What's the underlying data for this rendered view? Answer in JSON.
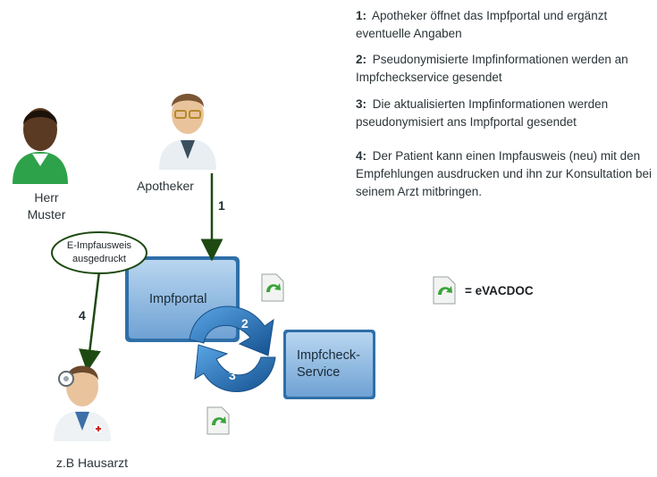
{
  "legend": [
    {
      "num": "1:",
      "text": "Apotheker öffnet das Impfportal und ergänzt eventuelle Angaben"
    },
    {
      "num": "2:",
      "text": "Pseudonymisierte Impfinformationen werden an Impfcheckservice gesendet"
    },
    {
      "num": "3:",
      "text": "Die aktualisierten Impfinformationen werden pseudonymisiert ans Impfportal gesendet"
    },
    {
      "num": "4:",
      "text": "Der Patient kann einen Impfausweis (neu) mit den Empfehlungen ausdrucken und ihn zur Konsultation bei seinem Arzt mitbringen."
    }
  ],
  "actors": {
    "patient_line1": "Herr",
    "patient_line2": "Muster",
    "pharmacist": "Apotheker",
    "doctor": "z.B  Hausarzt"
  },
  "bubble": {
    "line1": "E-Impfausweis",
    "line2": "ausgedruckt"
  },
  "boxes": {
    "portal": "Impfportal",
    "check_line1": "Impfcheck-",
    "check_line2": "Service"
  },
  "steps": {
    "s1": "1",
    "s2": "2",
    "s3": "3",
    "s4": "4"
  },
  "evacdoc_label": "= eVACDOC",
  "colors": {
    "box_fill": "#8ab8e0",
    "box_border": "#2f6fa8",
    "arrow_green": "#1e4a12",
    "cycle_blue": "#1f6db0",
    "doc_green": "#3aa33a"
  }
}
